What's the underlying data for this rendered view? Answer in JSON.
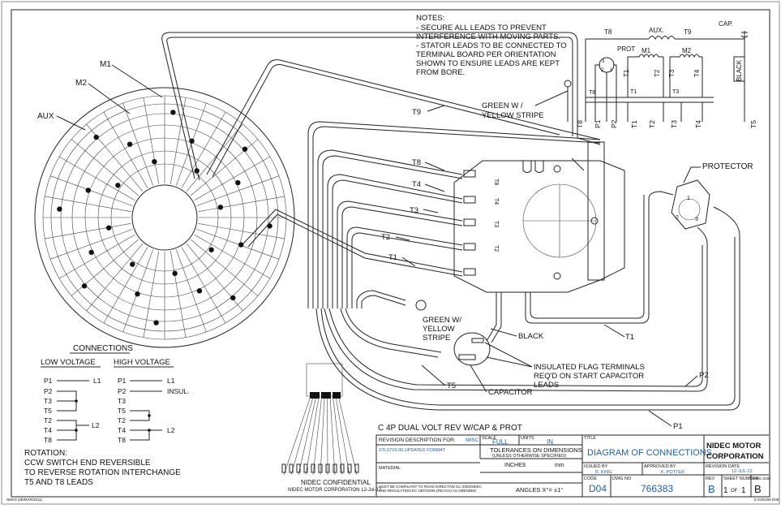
{
  "notes": {
    "heading": "NOTES:",
    "lines": [
      "- SECURE ALL LEADS TO PREVENT",
      "  INTERFERENCE WITH MOVING PARTS.",
      "- STATOR LEADS TO BE CONNECTED TO",
      "  TERMINAL BOARD PER ORIENTATION",
      "  SHOWN  TO ENSURE LEADS ARE KEPT",
      "  FROM BORE."
    ]
  },
  "stator": {
    "m1": "M1",
    "m2": "M2",
    "aux": "AUX"
  },
  "schematic": {
    "t8": "T8",
    "aux": "AUX.",
    "t9": "T9",
    "cap": "CAP.",
    "prot": "PROT",
    "m1": "M1",
    "m2": "M2",
    "black": "BLACK",
    "t1a": "T1",
    "t1b": "T1",
    "t2a": "T2",
    "t3a": "T3",
    "t3b": "T3",
    "t4a": "T4",
    "t8s": "T8",
    "pin3": "3",
    "pin2": "2",
    "pin1": "1",
    "bottom": [
      "T8",
      "P1",
      "P2",
      "T1",
      "T2",
      "T3",
      "T4",
      "T5"
    ]
  },
  "leads": {
    "t9": "T9",
    "t8": "T8",
    "t4": "T4",
    "t3": "T3",
    "t2": "T2",
    "t1": "T1",
    "green_w_1": "GREEN W /",
    "green_w_2": "YELLOW STRIPE",
    "green_b_1": "GREEN W/",
    "green_b_2": "YELLOW",
    "green_b_3": "STRIPE",
    "black": "BLACK",
    "t1_right": "T1",
    "t5": "T5",
    "p2": "P2",
    "p1": "P1",
    "capacitor": "CAPACITOR",
    "protector": "PROTECTOR",
    "flag_1": "INSULATED FLAG TERMINALS",
    "flag_2": "REQ'D ON START CAPACITOR",
    "flag_3": "LEADS"
  },
  "board": {
    "labels": [
      "T8",
      "T4",
      "T3",
      "T2"
    ],
    "p3": "3",
    "p2": "2",
    "p1": "1"
  },
  "connections": {
    "title": "CONNECTIONS",
    "low_title": "LOW VOLTAGE",
    "high_title": "HIGH VOLTAGE",
    "low_rows": [
      "P1",
      "P2",
      "T3",
      "T5",
      "T2",
      "T4",
      "T8"
    ],
    "high_rows": [
      "P1",
      "P2",
      "T3",
      "T5",
      "T2",
      "T4",
      "T8"
    ],
    "low_l1": "L1",
    "low_l2": "L2",
    "high_l1": "L1",
    "high_insul": "INSUL.",
    "high_l2": "L2"
  },
  "rotation": {
    "lines": [
      "ROTATION:",
      "CCW SWITCH END REVERSIBLE",
      "TO REVERSE ROTATION INTERCHANGE",
      "T5 AND T8 LEADS"
    ]
  },
  "confidential": {
    "line1": "NIDEC CONFIDENTIAL",
    "line2": "NIDEC MOTOR CORPORATION 12-Jul-12"
  },
  "title_block": {
    "drawing_title": "C 4P DUAL VOLT REV W/CAP & PROT",
    "rev_desc_label": "REVISION DESCRIPTION FOR:",
    "rev_desc_value": "MISC",
    "rev_desc_note": "STL5715-00  UPDATED FORMAT",
    "scale_label": "SCALE",
    "scale_value": "FULL",
    "units_label": "UNITS",
    "units_value": "IN",
    "tol_1": "TOLERANCES ON DIMENSIONS",
    "tol_2": "(UNLESS OTHERWISE SPECIFIED)",
    "inches": "INCHES",
    "mm": "mm",
    "material_label": "MATERIAL",
    "angles": "ANGLES  X°= ±1°",
    "rohs_1": "MUST BE COMPLIANT TO ROHS DIRECTIVE EU 2002/95/EC",
    "rohs_2": "AND REGULATION EC 1907/2006 (REACH) AS AMENDED",
    "title_label": "TITLE",
    "title_value": "DIAGRAM OF CONNECTIONS",
    "company_1": "NIDEC MOTOR",
    "company_2": "CORPORATION",
    "issued_label": "ISSUED BY",
    "issued_value": "R. KING",
    "approved_label": "APPROVED BY",
    "approved_value": "K. POTTER",
    "revdate_label": "REVISION DATE",
    "revdate_value": "12-JUL-12",
    "code_label": "CODE",
    "code_value": "D04",
    "dwg_label": "DWG NO",
    "dwg_value": "766383",
    "rev_label": "REV",
    "rev_value": "B",
    "sheet_label": "SHEET NUMBER",
    "sheet_value": "1",
    "sheet_of": "OF",
    "sheet_total": "1",
    "size_label": "DWG SIZE",
    "size_value": "B"
  },
  "footer": {
    "left": "NMC8 (08/MAR/2011)",
    "right": "8 SUD208 D08"
  }
}
